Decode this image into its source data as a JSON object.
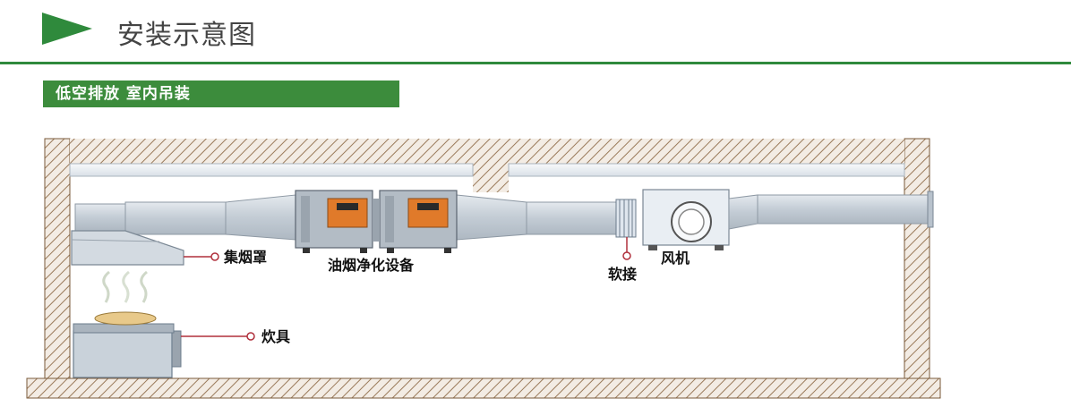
{
  "header": {
    "title": "安装示意图",
    "play_icon": "play-triangle-icon",
    "accent_color": "#2f8a3c"
  },
  "section": {
    "label": "低空排放  室内吊装",
    "color": "#3c8c3c"
  },
  "diagram": {
    "labels": {
      "hood": "集烟罩",
      "purifier": "油烟净化设备",
      "flex_joint": "软接",
      "fan": "风机",
      "stove": "炊具"
    },
    "colors": {
      "duct": "#c9d2da",
      "wall_hatch": "#9a7a5a",
      "purifier_panel": "#e07a2a",
      "pointer": "#b0303c"
    }
  }
}
